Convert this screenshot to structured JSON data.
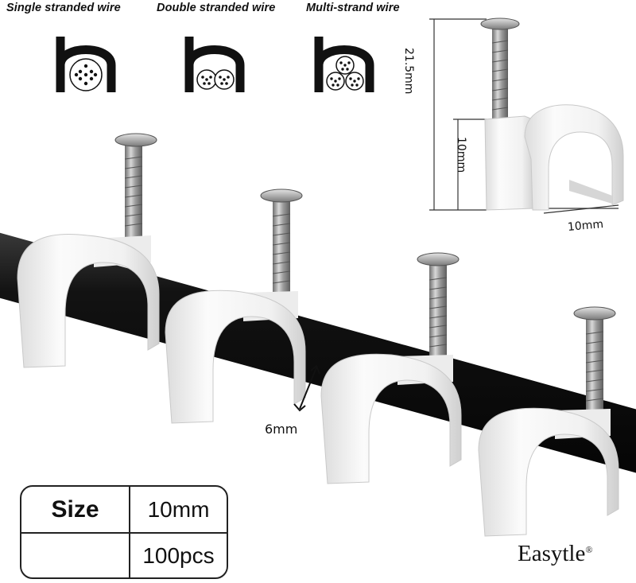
{
  "wire_types": [
    {
      "label": "Single stranded wire",
      "icon": "single-strand-wire-icon"
    },
    {
      "label": "Double stranded wire",
      "icon": "double-strand-wire-icon"
    },
    {
      "label": "Multi-strand wire",
      "icon": "multi-strand-wire-icon"
    }
  ],
  "dimensions": {
    "total_height": "21.5mm",
    "clip_height": "10mm",
    "clip_width": "10mm",
    "cable_diameter": "6mm"
  },
  "spec_table": {
    "size_key": "Size",
    "size_value": "10mm",
    "qty_value": "100pcs"
  },
  "brand": {
    "name": "Easytle",
    "mark": "®"
  },
  "colors": {
    "clip": "#f2f2f2",
    "cable": "#141414",
    "nail": "#9a9a9a",
    "text": "#111111"
  }
}
